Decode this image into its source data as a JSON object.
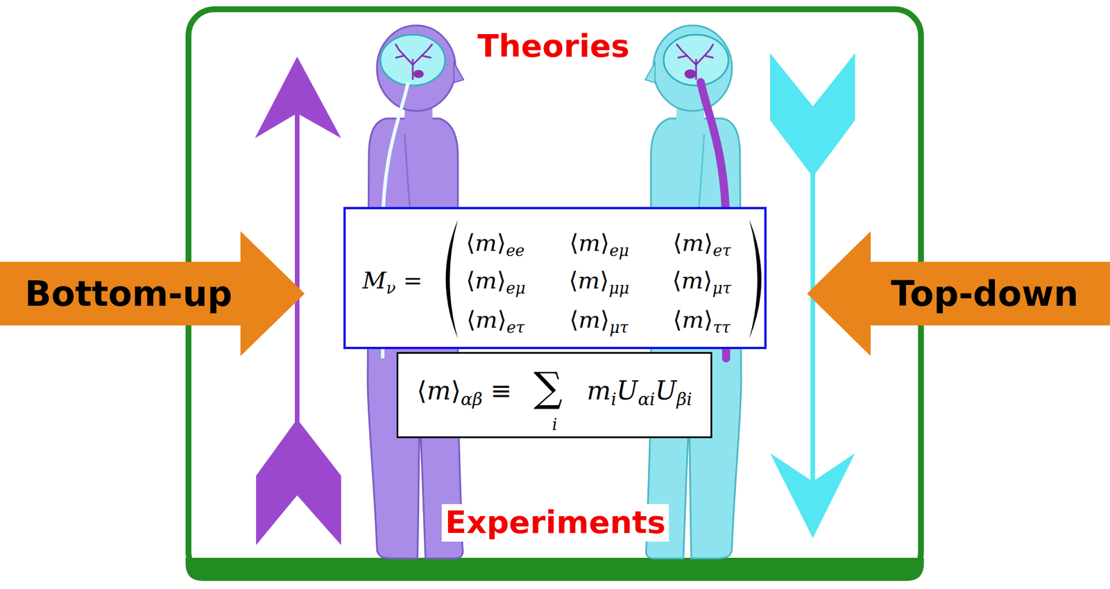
{
  "diagram": {
    "nodes": [
      {
        "text": [
          "Bottom-up"
        ]
      },
      {
        "text": [
          "Mν =",
          "⟨m⟩ee",
          "⟨m⟩eμ",
          "⟨m⟩eτ",
          "⟨m⟩eμ",
          "⟨m⟩μμ",
          "⟨m⟩μτ",
          "⟨m⟩eτ",
          "⟨m⟩μτ",
          "⟨m⟩ττ"
        ]
      },
      {
        "text": [
          "Top-down"
        ]
      },
      {
        "text": [
          "⟨m⟩αβ ≡",
          "∑",
          "i",
          "miUαiUβi"
        ]
      }
    ],
    "labels": [
      "Theories",
      "Experiments"
    ]
  }
}
